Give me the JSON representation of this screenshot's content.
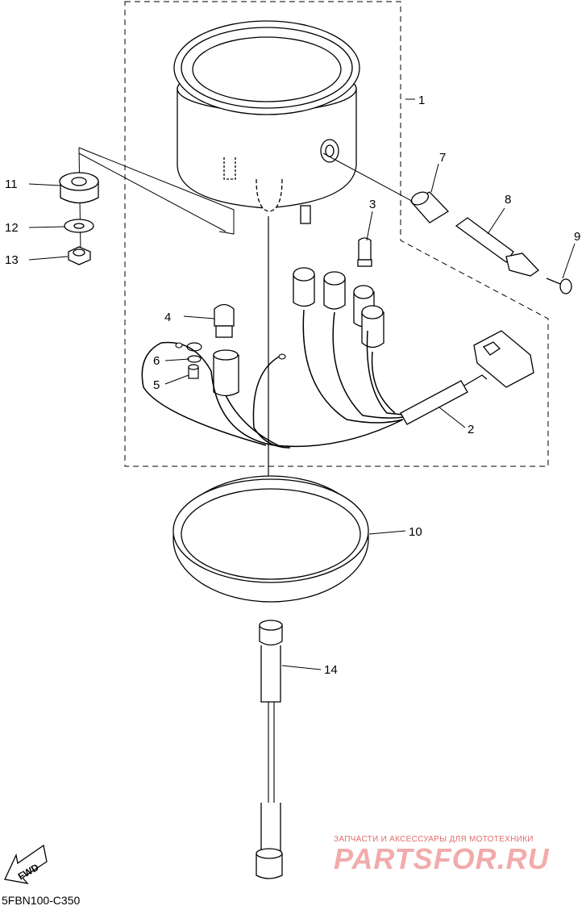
{
  "diagram": {
    "drawing_code": "5FBN100-C350",
    "direction_label": "FWD",
    "callouts": [
      {
        "id": "c1",
        "label": "1"
      },
      {
        "id": "c2",
        "label": "2"
      },
      {
        "id": "c3",
        "label": "3"
      },
      {
        "id": "c4",
        "label": "4"
      },
      {
        "id": "c5",
        "label": "5"
      },
      {
        "id": "c6",
        "label": "6"
      },
      {
        "id": "c7",
        "label": "7"
      },
      {
        "id": "c8",
        "label": "8"
      },
      {
        "id": "c9",
        "label": "9"
      },
      {
        "id": "c10",
        "label": "10"
      },
      {
        "id": "c11",
        "label": "11"
      },
      {
        "id": "c12",
        "label": "12"
      },
      {
        "id": "c13",
        "label": "13"
      },
      {
        "id": "c14",
        "label": "14"
      }
    ]
  },
  "watermark": {
    "tagline": "ЗАПЧАСТИ И АКСЕССУАРЫ ДЛЯ МОТОТЕХНИКИ",
    "site": "PARTSFOR.RU"
  }
}
